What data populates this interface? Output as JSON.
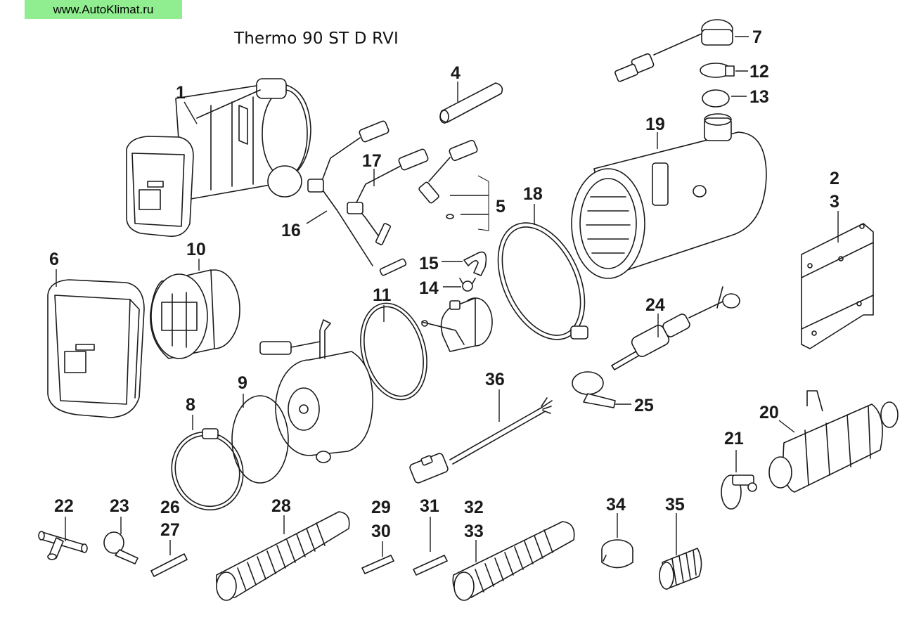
{
  "watermark": "www.AutoKlimat.ru",
  "title": "Thermo 90 ST D RVI",
  "labels": {
    "l1": "1",
    "l2": "2",
    "l3": "3",
    "l4": "4",
    "l5": "5",
    "l6": "6",
    "l7": "7",
    "l8": "8",
    "l9": "9",
    "l10": "10",
    "l11": "11",
    "l12": "12",
    "l13": "13",
    "l14": "14",
    "l15": "15",
    "l16": "16",
    "l17": "17",
    "l18": "18",
    "l19": "19",
    "l20": "20",
    "l21": "21",
    "l22": "22",
    "l23": "23",
    "l24": "24",
    "l25": "25",
    "l26": "26",
    "l27": "27",
    "l28": "28",
    "l29": "29",
    "l30": "30",
    "l31": "31",
    "l32": "32",
    "l33": "33",
    "l34": "34",
    "l35": "35",
    "l36": "36"
  }
}
